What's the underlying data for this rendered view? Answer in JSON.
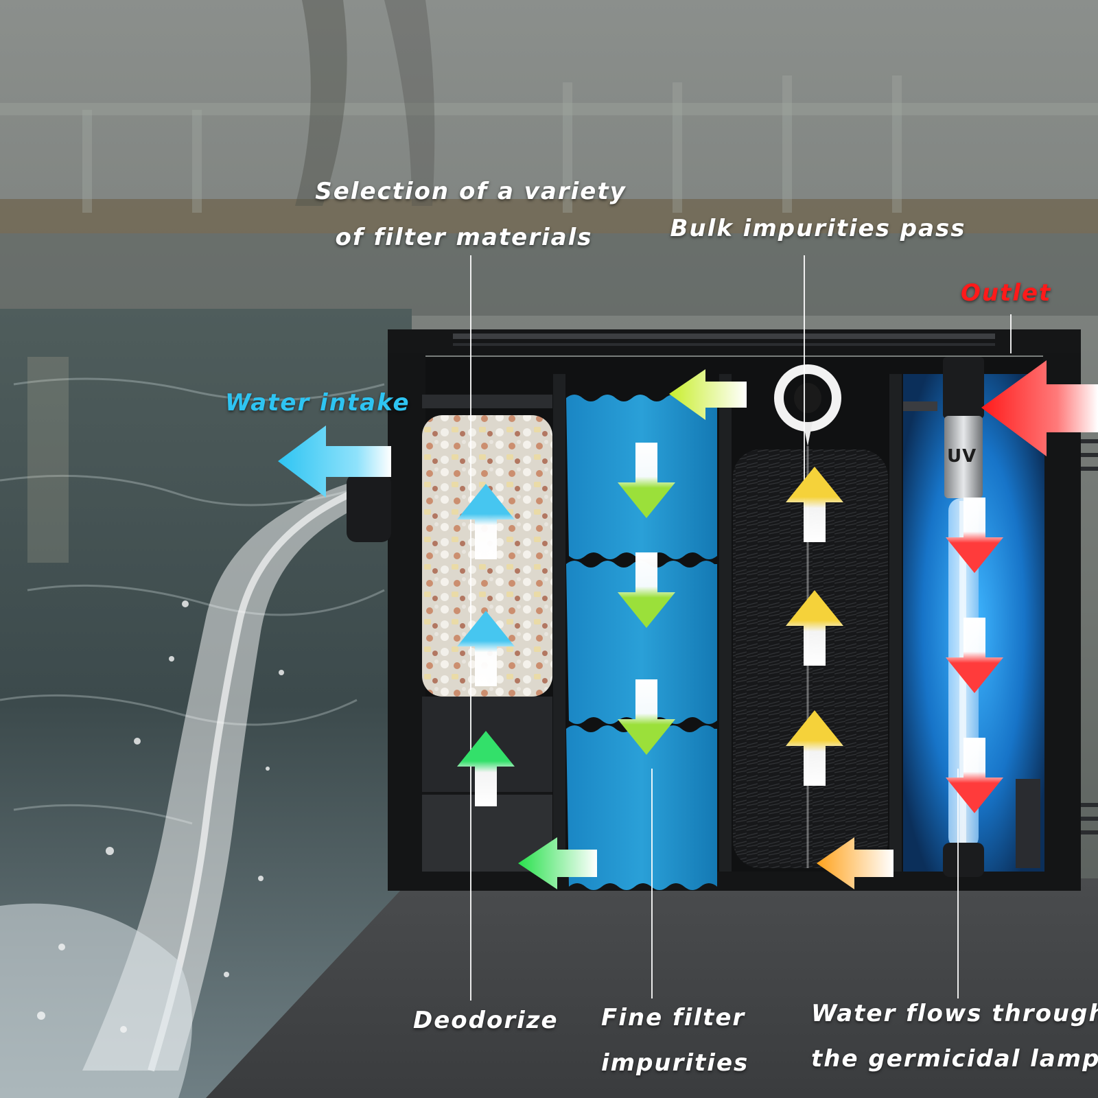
{
  "labels": {
    "selection_line1": "Selection of a variety",
    "selection_line2": "of filter materials",
    "bulk": "Bulk impurities pass",
    "outlet": "Outlet",
    "water_intake": "Water intake",
    "deodorize": "Deodorize",
    "fine_line1": "Fine filter",
    "fine_line2": "impurities",
    "lamp_line1": "Water flows through",
    "lamp_line2": "the germicidal lamp",
    "uv": "UV"
  },
  "colors": {
    "water_intake": "#2ec4f2",
    "outlet": "#ff1a1a",
    "sponge": "#1d8fcc",
    "uv_glow": "#1f9cff",
    "tank_frame": "#141516",
    "label_text": "#ffffff"
  },
  "flow_arrows": [
    {
      "stage": "uv-lamp",
      "direction": "down",
      "color": "#ff3b3b"
    },
    {
      "stage": "brush",
      "direction": "up",
      "color": "#f5d23a"
    },
    {
      "stage": "fine-sponge",
      "direction": "down",
      "color": "#9be03a"
    },
    {
      "stage": "ceramic-media",
      "direction": "up",
      "color": "#46c6f0"
    },
    {
      "stage": "charcoal-sponge",
      "direction": "up",
      "color": "#33e06a"
    }
  ]
}
